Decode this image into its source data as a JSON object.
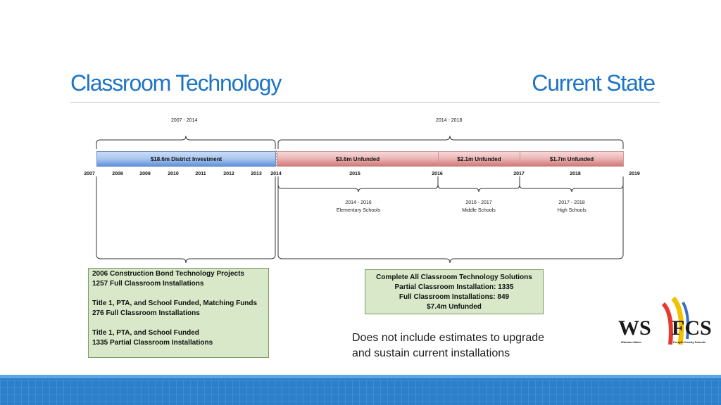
{
  "header": {
    "title_left": "Classroom Technology",
    "title_right": "Current State"
  },
  "timeline": {
    "top_range_left": "2007 - 2014",
    "top_range_right": "2014 - 2018",
    "bars": [
      {
        "label": "$18.6m District Investment",
        "color": "#a9c6ee"
      },
      {
        "label": "$3.6m Unfunded",
        "color": "#eab3b3"
      },
      {
        "label": "$2.1m Unfunded",
        "color": "#eab3b3"
      },
      {
        "label": "$1.7m Unfunded",
        "color": "#eab3b3"
      }
    ],
    "years": [
      "2007",
      "2008",
      "2009",
      "2010",
      "2011",
      "2012",
      "2013",
      "2014",
      "2015",
      "2016",
      "2017",
      "2018",
      "2019"
    ],
    "phases": [
      {
        "range": "2014 - 2016",
        "label": "Elementary Schools"
      },
      {
        "range": "2016 - 2017",
        "label": "Middle Schools"
      },
      {
        "range": "2017 - 2018",
        "label": "High Schools"
      }
    ]
  },
  "left_box": {
    "line1": "2006 Construction Bond Technology Projects",
    "line2": "1257 Full Classroom Installations",
    "line3": "Title 1, PTA, and School Funded, Matching Funds",
    "line4": "276 Full Classroom Installations",
    "line5": "Title 1, PTA, and School Funded",
    "line6": "1335 Partial Classroom Installations"
  },
  "right_box": {
    "line1": "Complete All Classroom Technology Solutions",
    "line2": "Partial Classroom Installation:  1335",
    "line3": "Full Classroom Installations:  849",
    "line4": "$7.4m Unfunded"
  },
  "note": {
    "line1": "Does not include estimates to upgrade",
    "line2": "and sustain current installations"
  },
  "logo": {
    "left": "WS",
    "right": "FCS",
    "sub_left": "Winston-Salem",
    "sub_right": "Forsyth County Schools"
  },
  "colors": {
    "accent": "#1d74c4",
    "box_fill": "#d8e8c8",
    "band": "#2b7fcb"
  }
}
